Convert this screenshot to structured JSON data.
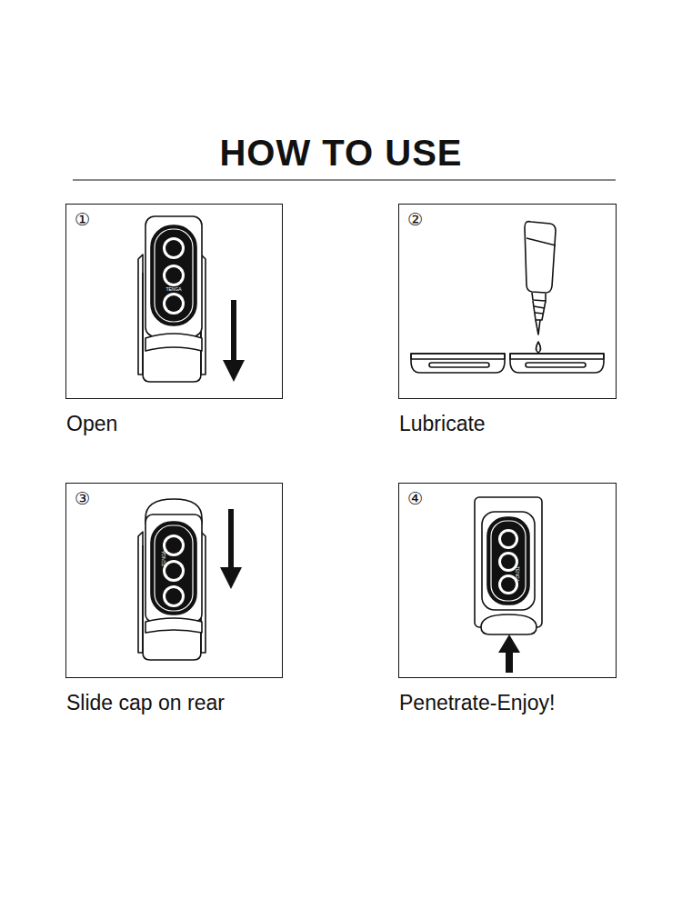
{
  "diagram": {
    "title": "HOW TO USE",
    "nodes": [
      {
        "text": [
          "①",
          "Open"
        ]
      },
      {
        "text": [
          "②",
          "Lubricate"
        ]
      },
      {
        "text": [
          "③",
          "Slide cap on rear"
        ]
      },
      {
        "text": [
          "④",
          "Penetrate-Enjoy!"
        ]
      }
    ],
    "labels": [
      "TENGA",
      "TENGA",
      "TENGA"
    ]
  }
}
